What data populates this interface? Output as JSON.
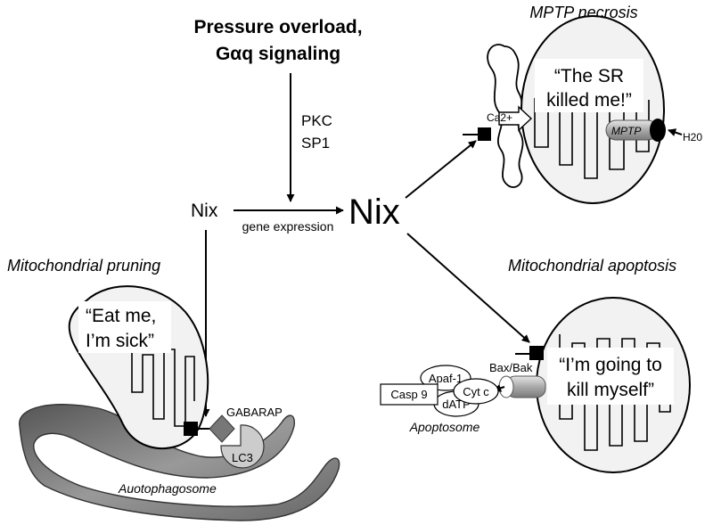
{
  "title": {
    "line1": "Pressure overload,",
    "line2": "Gαq signaling"
  },
  "signals": {
    "pkc": "PKC",
    "sp1": "SP1"
  },
  "nix_small": "Nix",
  "nix_large": "Nix",
  "gene_expression": "gene expression",
  "panels": {
    "mptp": {
      "title": "MPTP necrosis",
      "quote_line1": "“The SR",
      "quote_line2": "killed me!”",
      "ca_label": "Ca2+",
      "mptp_label": "MPTP",
      "water_label": "H20"
    },
    "pruning": {
      "title": "Mitochondrial pruning",
      "quote_line1": "“Eat me,",
      "quote_line2": "I’m sick”",
      "gabarap": "GABARAP",
      "lc3": "LC3",
      "autophagosome": "Auotophagosome"
    },
    "apoptosis": {
      "title": "Mitochondrial apoptosis",
      "quote_line1": "“I’m going to",
      "quote_line2": "kill myself”",
      "bax_bak": "Bax/Bak",
      "apaf1": "Apaf-1",
      "cytc": "Cyt c",
      "casp9": "Casp 9",
      "datp": "dATP",
      "apoptosome": "Apoptosome"
    }
  }
}
